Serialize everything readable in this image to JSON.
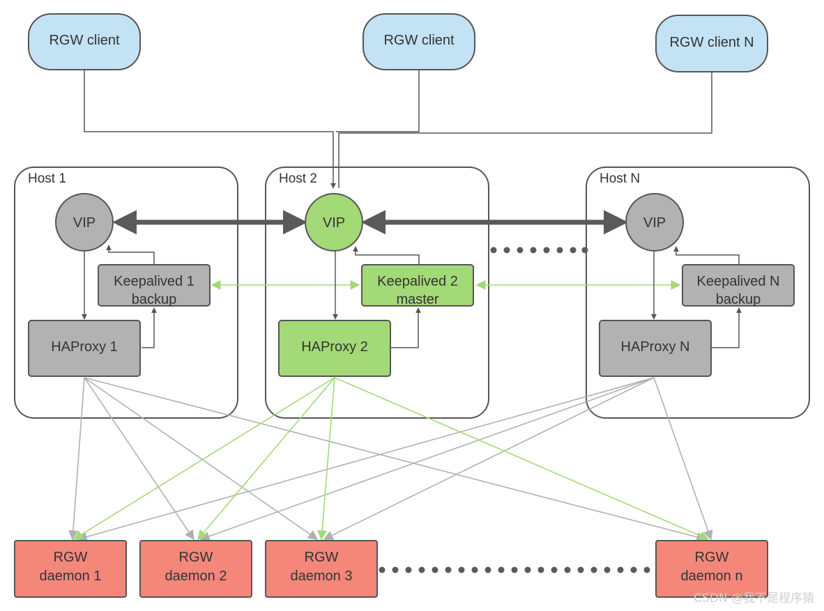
{
  "clients": [
    {
      "label": "RGW client"
    },
    {
      "label": "RGW client"
    },
    {
      "label": "RGW client N"
    }
  ],
  "hosts": [
    {
      "title": "Host 1",
      "vip": "VIP",
      "keepalived": [
        "Keepalived 1",
        "backup"
      ],
      "haproxy": "HAProxy 1",
      "active": false
    },
    {
      "title": "Host 2",
      "vip": "VIP",
      "keepalived": [
        "Keepalived 2",
        "master"
      ],
      "haproxy": "HAProxy 2",
      "active": true
    },
    {
      "title": "Host N",
      "vip": "VIP",
      "keepalived": [
        "Keepalived N",
        "backup"
      ],
      "haproxy": "HAProxy N",
      "active": false
    }
  ],
  "daemons": [
    {
      "label": [
        "RGW",
        "daemon 1"
      ]
    },
    {
      "label": [
        "RGW",
        "daemon 2"
      ]
    },
    {
      "label": [
        "RGW",
        "daemon 3"
      ]
    },
    {
      "label": [
        "RGW",
        "daemon n"
      ]
    }
  ],
  "colors": {
    "client_fill": "#c3e3f5",
    "active_fill": "#a3d977",
    "inactive_fill": "#b2b2b2",
    "daemon_fill": "#f4877a",
    "stroke": "#555555",
    "gray_line": "#b0b0b0",
    "green_line": "#a3d977",
    "thick_arrow": "#5a5a5a"
  },
  "watermark": "CSDN @我不是程序猿"
}
